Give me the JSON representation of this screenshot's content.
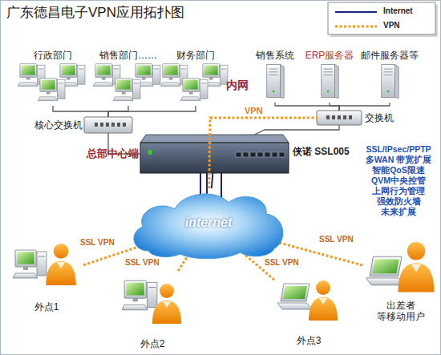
{
  "diagram": {
    "title": "广东德昌电子VPN应用拓扑图",
    "nodes": [
      {
        "text": [
          "行政部门"
        ]
      },
      {
        "text": [
          "销售部门……"
        ]
      },
      {
        "text": [
          "财务部门"
        ]
      },
      {
        "text": [
          "销售系统"
        ]
      },
      {
        "text": [
          "ERP服务器"
        ]
      },
      {
        "text": [
          "邮件服务器等"
        ]
      },
      {
        "text": [
          "核心交换机"
        ]
      },
      {
        "text": [
          "交换机"
        ]
      },
      {
        "text": [
          "总部中心端",
          "侠诺 SSL005"
        ]
      },
      {
        "text": [
          "internet"
        ]
      },
      {
        "text": [
          "外点1"
        ]
      },
      {
        "text": [
          "外点2"
        ]
      },
      {
        "text": [
          "外点3"
        ]
      },
      {
        "text": [
          "出差者 等移动用户"
        ]
      }
    ],
    "edges": [
      {
        "from": 0,
        "to": 6,
        "arrow": "none"
      },
      {
        "from": 1,
        "to": 6,
        "arrow": "none"
      },
      {
        "from": 2,
        "to": 6,
        "arrow": "none"
      },
      {
        "from": 3,
        "to": 7,
        "arrow": "none"
      },
      {
        "from": 4,
        "to": 7,
        "arrow": "none"
      },
      {
        "from": 5,
        "to": 7,
        "arrow": "none"
      },
      {
        "from": 6,
        "to": 8,
        "arrow": "none"
      },
      {
        "from": 7,
        "to": 8,
        "arrow": "none"
      },
      {
        "from": 8,
        "to": 9,
        "arrow": "none"
      },
      {
        "from": 9,
        "to": 7,
        "label": "VPN",
        "arrow": "none"
      },
      {
        "from": 10,
        "to": 9,
        "label": "SSL VPN",
        "arrow": "none"
      },
      {
        "from": 11,
        "to": 9,
        "label": "SSL VPN",
        "arrow": "none"
      },
      {
        "from": 12,
        "to": 9,
        "label": "SSL VPN",
        "arrow": "none"
      },
      {
        "from": 13,
        "to": 9,
        "label": "SSL VPN",
        "arrow": "none"
      }
    ],
    "labels": [
      "内网",
      "SSL/IPsec/PPTP",
      "多WAN 带宽扩展",
      "智能QoS限速",
      "QVM中央控管",
      "上网行为管理",
      "强效防火墙",
      "未来扩展"
    ],
    "legend": [
      {
        "text": "Internet"
      },
      {
        "text": "VPN"
      }
    ]
  }
}
